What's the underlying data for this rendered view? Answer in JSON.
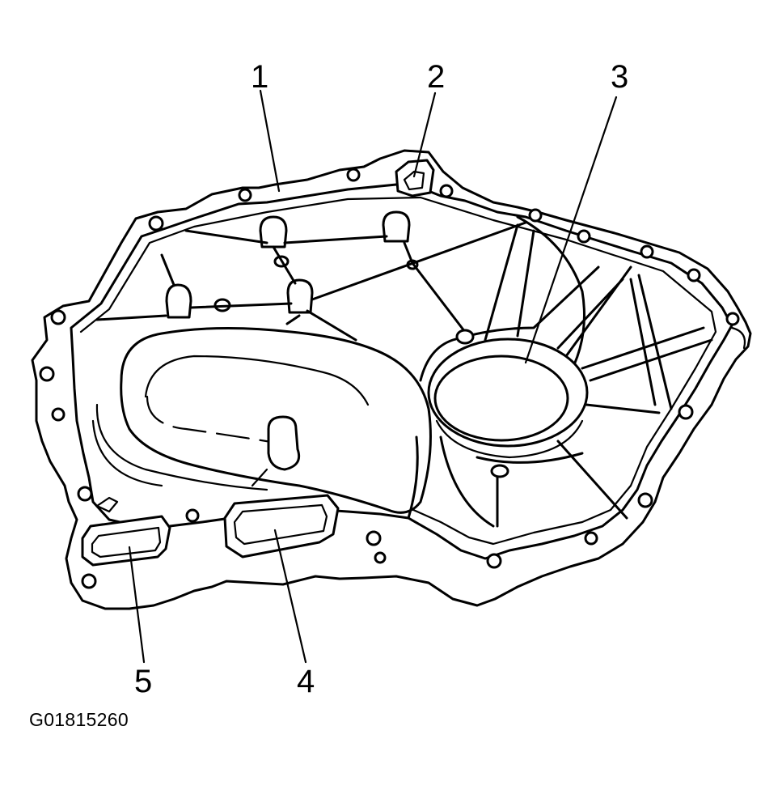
{
  "figure": {
    "id_label": "G01815260"
  },
  "callouts": {
    "c1": "1",
    "c2": "2",
    "c3": "3",
    "c4": "4",
    "c5": "5"
  }
}
